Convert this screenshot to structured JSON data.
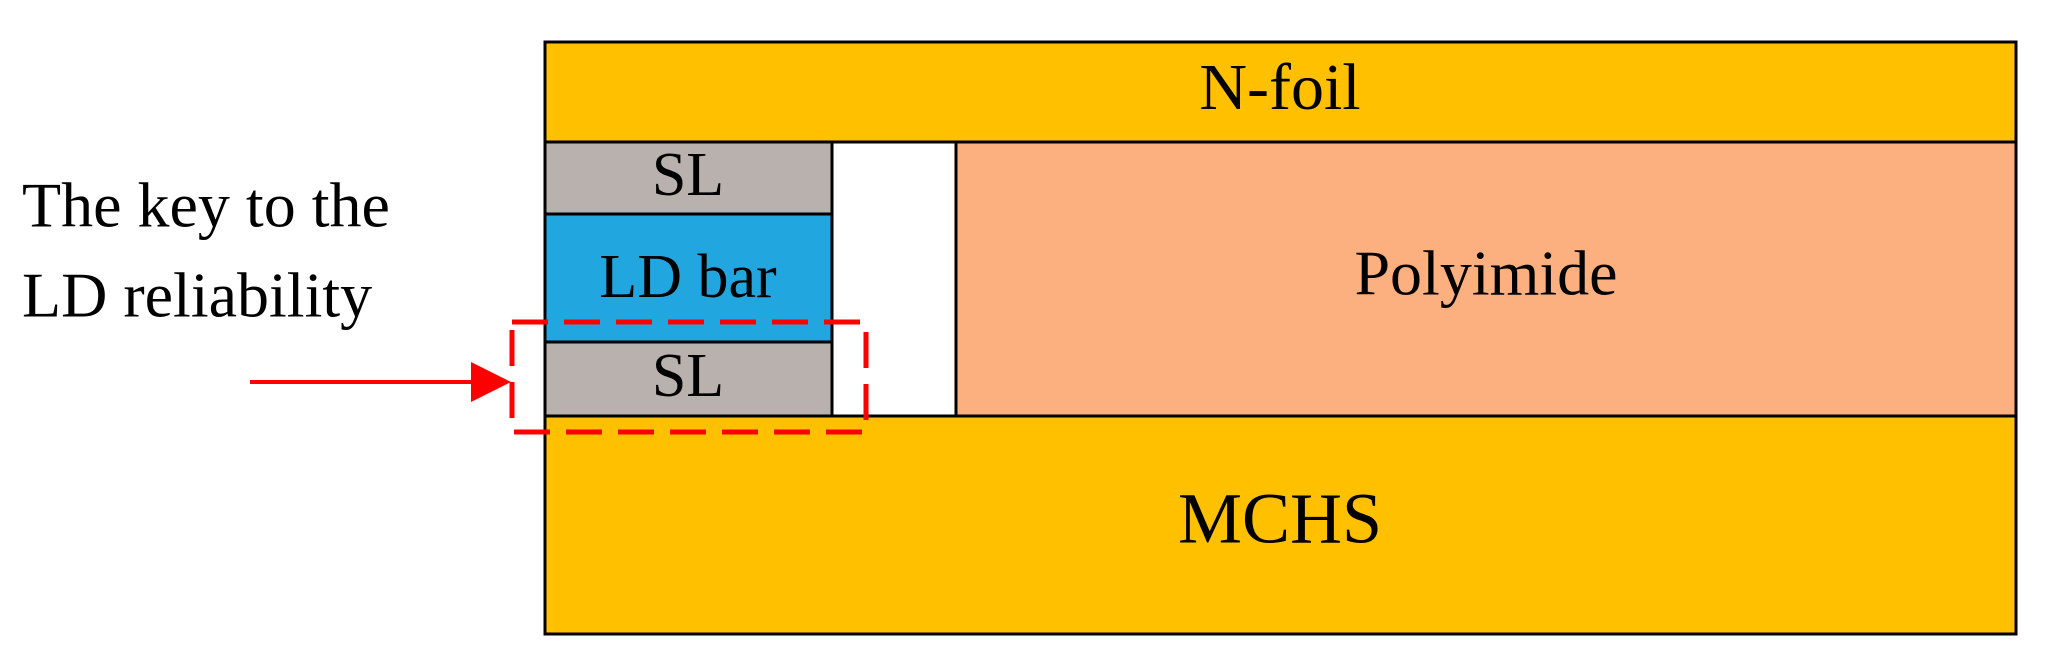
{
  "layers": {
    "n_foil": {
      "label": "N-foil",
      "color": "#ffc000"
    },
    "sl_top": {
      "label": "SL",
      "color": "#b8b1ad"
    },
    "ld_bar": {
      "label": "LD bar",
      "color": "#22a6e0"
    },
    "sl_bottom": {
      "label": "SL",
      "color": "#b8b1ad"
    },
    "gap": {
      "color": "#ffffff"
    },
    "polyimide": {
      "label": "Polyimide",
      "color": "#fdb07f"
    },
    "mchs": {
      "label": "MCHS",
      "color": "#ffc000"
    }
  },
  "annotation": {
    "line1": "The key to the",
    "line2": "LD reliability",
    "highlight_color": "#ff0000"
  }
}
